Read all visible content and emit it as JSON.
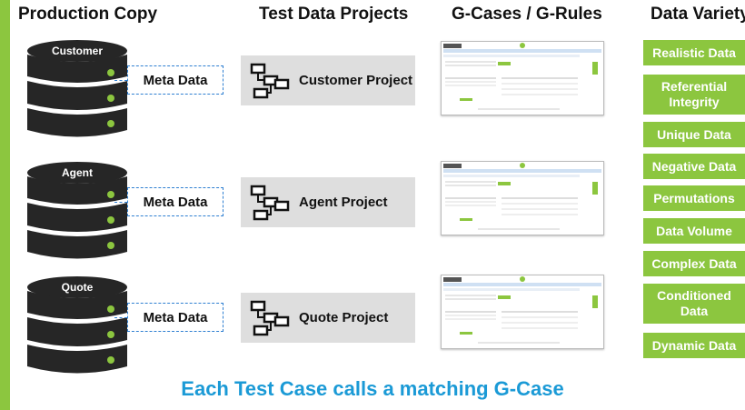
{
  "columns": {
    "production": "Production Copy",
    "projects": "Test Data Projects",
    "gcases": "G-Cases / G-Rules",
    "variety": "Data Variety"
  },
  "rows": [
    {
      "db": "Customer",
      "meta": "Meta Data",
      "project": "Customer Project"
    },
    {
      "db": "Agent",
      "meta": "Meta Data",
      "project": "Agent Project"
    },
    {
      "db": "Quote",
      "meta": "Meta Data",
      "project": "Quote Project"
    }
  ],
  "variety": [
    "Realistic Data",
    "Referential Integrity",
    "Unique Data",
    "Negative Data",
    "Permutations",
    "Data Volume",
    "Complex Data",
    "Conditioned Data",
    "Dynamic Data"
  ],
  "footer": "Each Test Case calls a matching G-Case",
  "colors": {
    "accent_green": "#8cc63f",
    "db_dark": "#262626",
    "dashed_blue": "#2e7fd1",
    "footer_blue": "#1b9ad6",
    "project_bg": "#dedede"
  }
}
